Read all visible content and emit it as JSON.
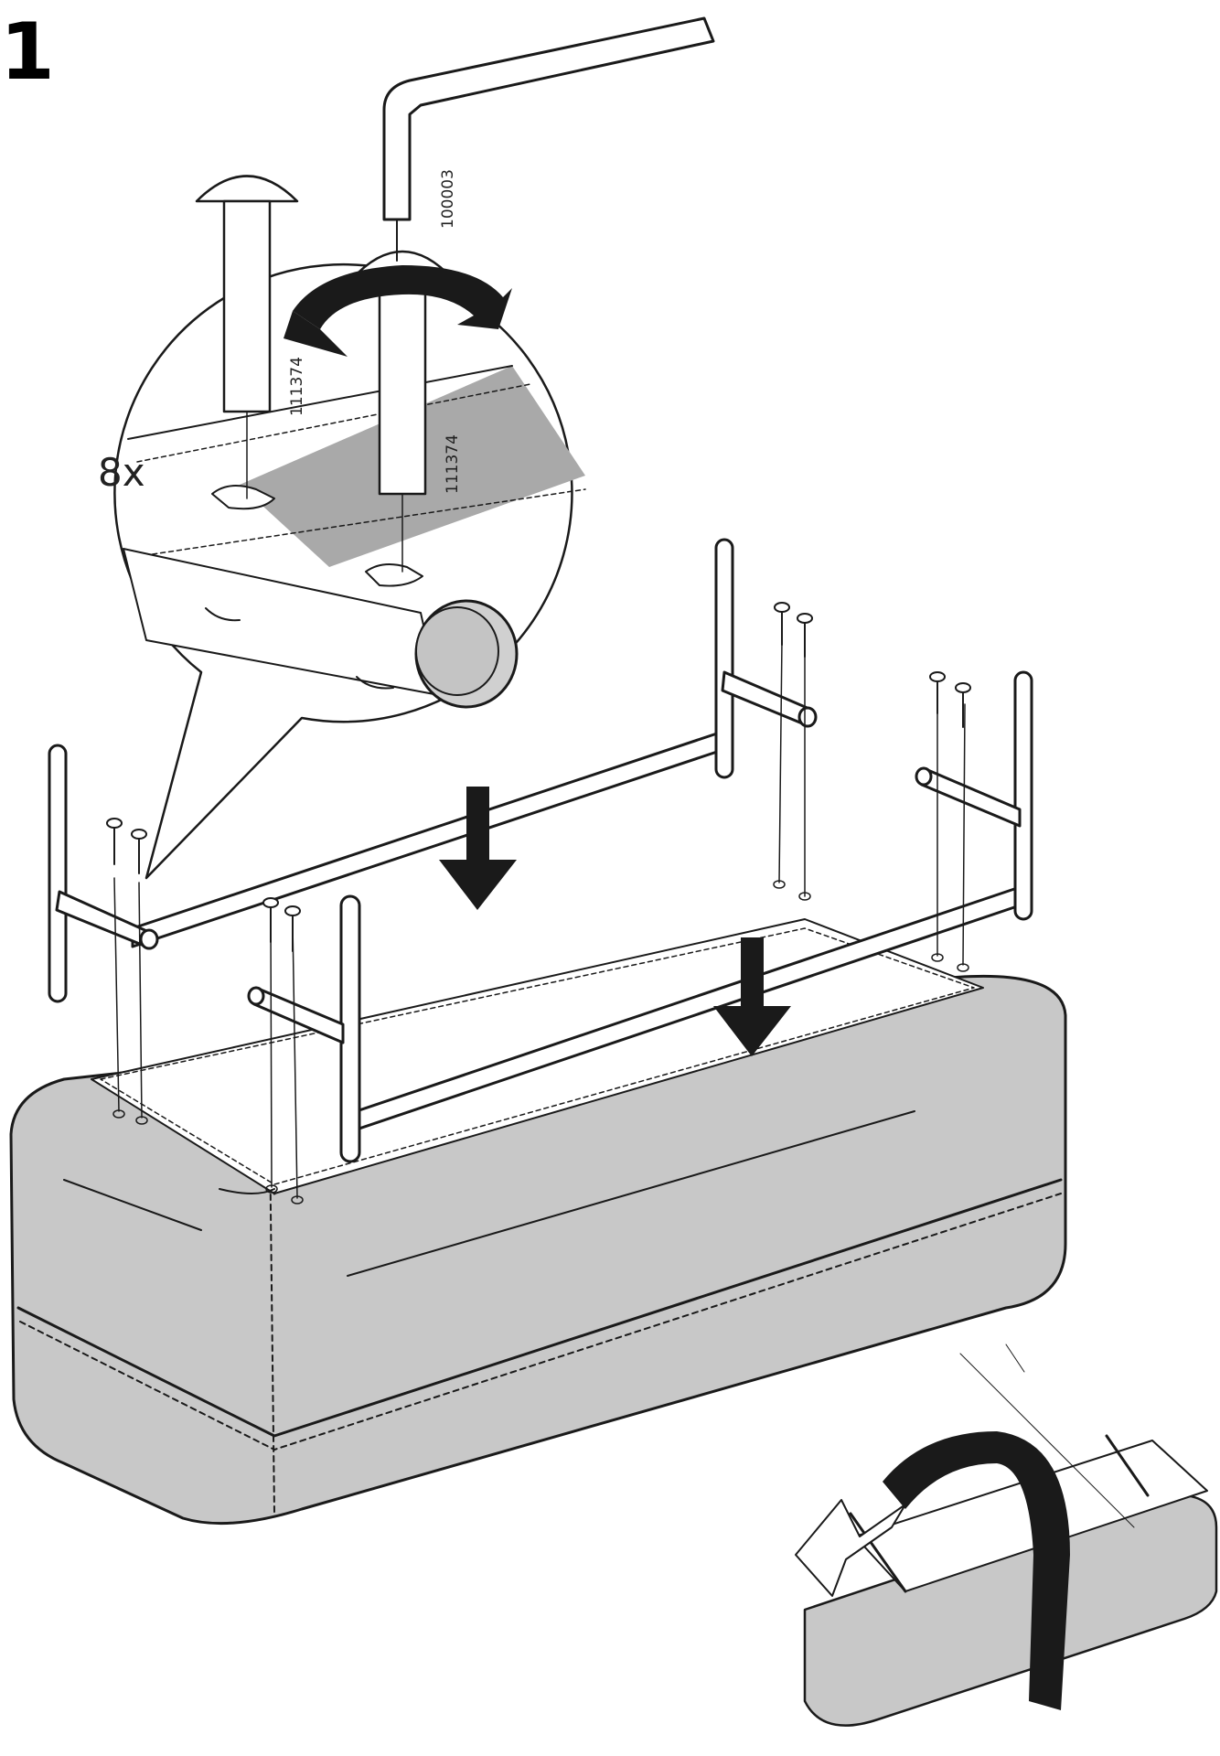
{
  "step": {
    "number": "1"
  },
  "callout": {
    "quantity": "8x"
  },
  "parts": {
    "allen_key": "100003",
    "screw_left": "111374",
    "screw_right": "111374"
  },
  "colors": {
    "upholstery": "#c8c8c8",
    "upholstery_dark": "#b4b4b4",
    "fabric_patch": "#a9a9a9",
    "outline": "#1a1a1a",
    "arrow": "#1a1a1a"
  },
  "icons": [
    "allen-key-icon",
    "screw-icon",
    "rotate-arrow-icon",
    "down-arrow-icon",
    "flip-arrow-icon"
  ]
}
